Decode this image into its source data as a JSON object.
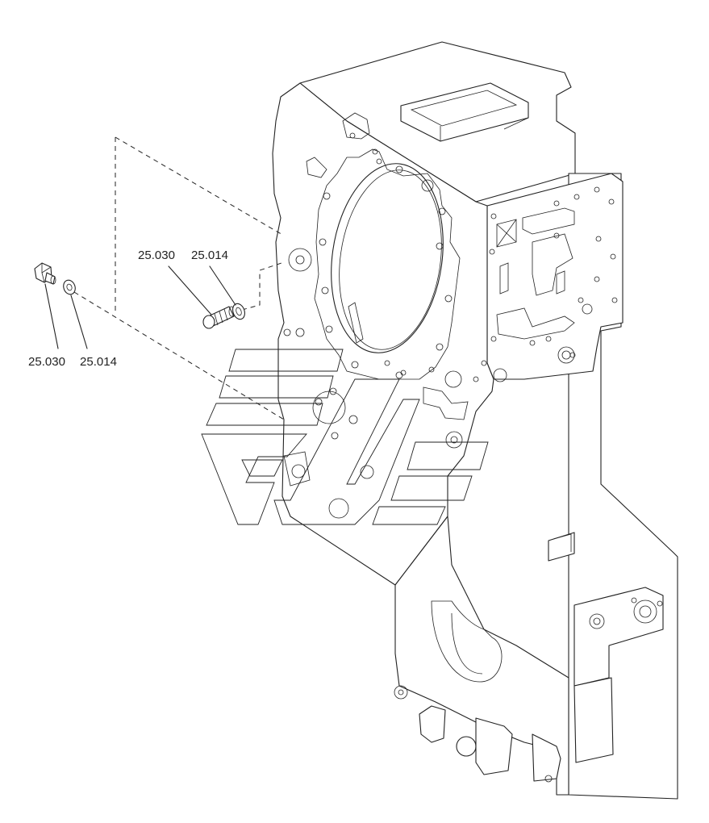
{
  "callouts": {
    "upper_bolt": "25.030",
    "upper_washer": "25.014",
    "lower_bolt": "25.030",
    "lower_washer": "25.014"
  }
}
